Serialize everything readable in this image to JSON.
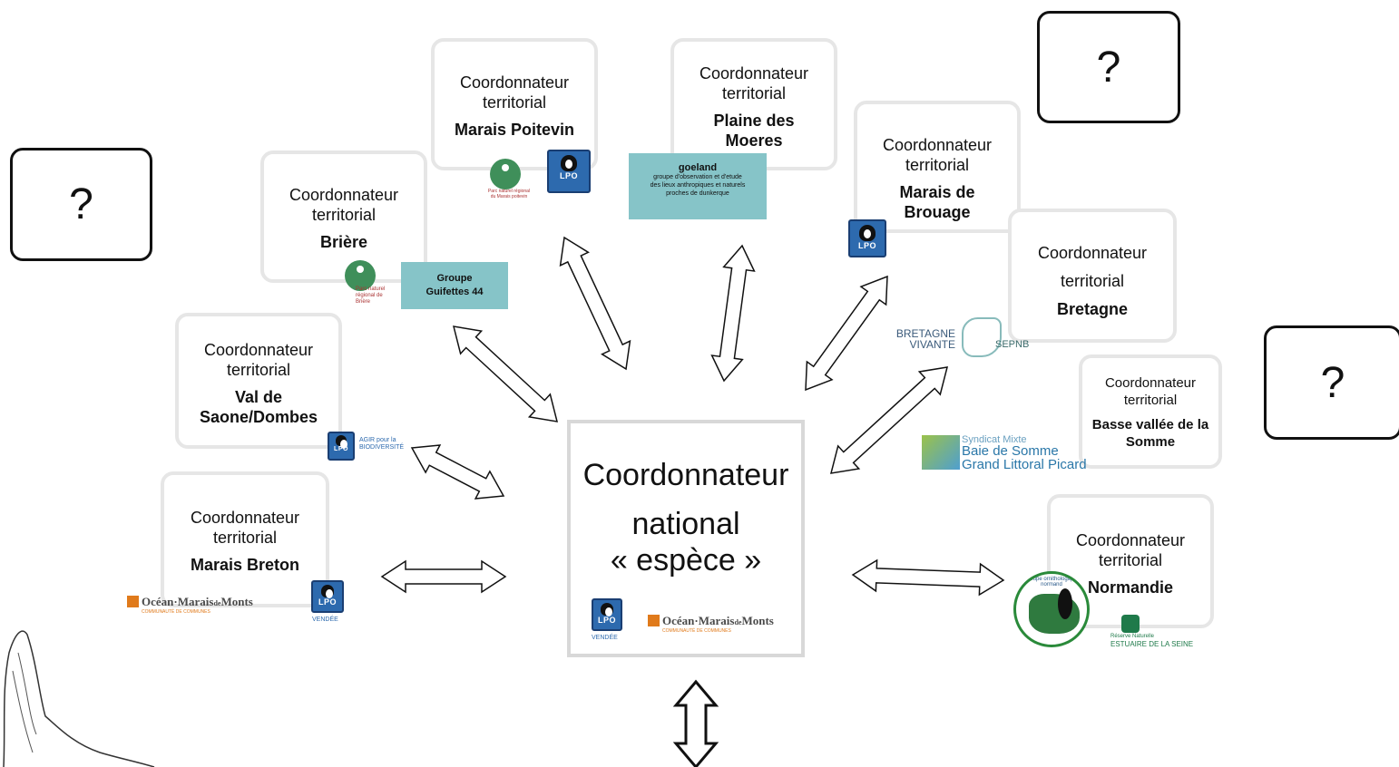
{
  "question_mark": "?",
  "generic": {
    "line1": "Coordonnateur",
    "line2": "territorial"
  },
  "territorial": [
    {
      "id": "marais-poitevin",
      "name": "Marais Poitevin"
    },
    {
      "id": "plaine-des-moeres",
      "name": "Plaine des Moeres"
    },
    {
      "id": "briere",
      "name": "Brière"
    },
    {
      "id": "marais-de-brouage",
      "name": "Marais de Brouage"
    },
    {
      "id": "bretagne",
      "name": "Bretagne"
    },
    {
      "id": "val-de-saone-dombes",
      "name": "Val de Saone/Dombes"
    },
    {
      "id": "basse-vallee-de-la-somme",
      "name": "Basse vallée de la Somme"
    },
    {
      "id": "marais-breton",
      "name": "Marais Breton"
    },
    {
      "id": "normandie",
      "name": "Normandie"
    }
  ],
  "national": {
    "line1": "Coordonnateur",
    "line2": "national",
    "line3": "« espèce »"
  },
  "logos": {
    "lpo": "LPO",
    "vendee": "VENDÉE",
    "ocean": "Océan·Marais",
    "ocean_de": "de",
    "ocean_monts": "Monts",
    "ocean_sub": "COMMUNAUTÉ DE COMMUNES",
    "goeland": "goeland",
    "goeland_sub": "groupe d'observation et d'etude des lieux anthropiques et naturels proches de dunkerque",
    "guifettes": "Groupe Guifettes 44",
    "bretagne_vivante_1": "BRETAGNE",
    "bretagne_vivante_2": "VIVANTE",
    "sepnb": "SEPNB",
    "agir": "AGIR pour la BIODIVERSITÉ",
    "syndicat_1": "Syndicat Mixte",
    "syndicat_2": "Baie de Somme",
    "syndicat_3": "Grand Littoral Picard",
    "parc_mp": "Parc naturel régional du Marais poitevin",
    "parc_briere": "Parc naturel régional de Brière",
    "gonm": "groupe ornithologique normand",
    "reserve_1": "Réserve Naturelle",
    "reserve_2": "ESTUAIRE DE LA SEINE"
  },
  "colors": {
    "teal": "#86c4c8",
    "lpo_blue": "#2d6aae",
    "box_border": "#e6e6e6",
    "ocean_orange": "#e07a1b"
  }
}
